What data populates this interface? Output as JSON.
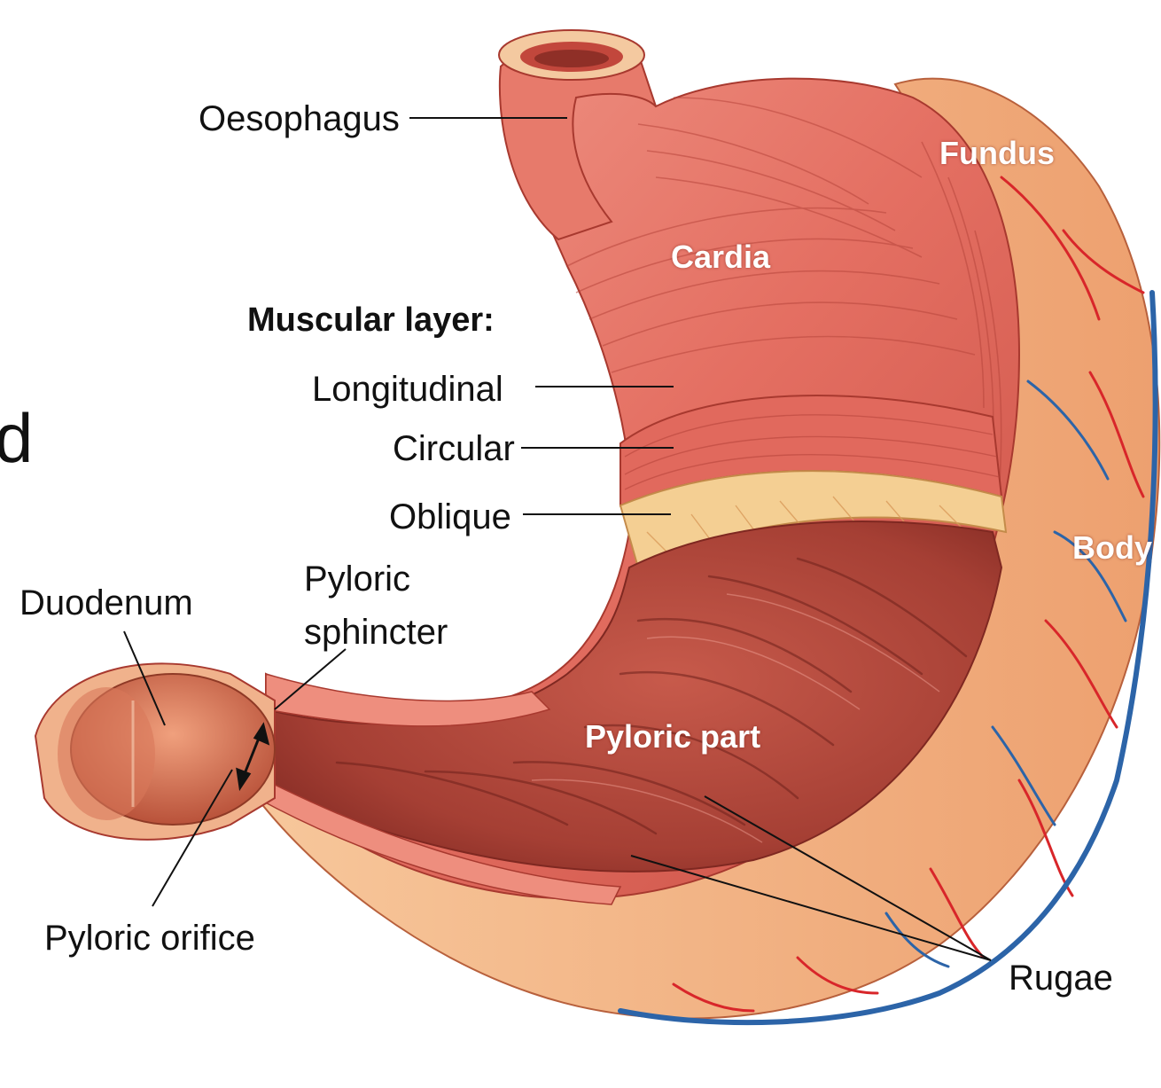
{
  "labels": {
    "oesophagus": "Oesophagus",
    "fundus": "Fundus",
    "cardia": "Cardia",
    "muscular_layer": "Muscular layer:",
    "longitudinal": "Longitudinal",
    "circular": "Circular",
    "oblique": "Oblique",
    "body": "Body",
    "duodenum": "Duodenum",
    "pyloric_sphincter_1": "Pyloric",
    "pyloric_sphincter_2": "sphincter",
    "pyloric_part": "Pyloric part",
    "pyloric_orifice": "Pyloric orifice",
    "rugae": "Rugae",
    "cut_off_letter": "d"
  },
  "colors": {
    "muscle": "#e8776a",
    "muscle_dark": "#c24d43",
    "muscle_light": "#f29d8e",
    "serosa": "#f5b98a",
    "mucosa": "#b9493c",
    "mucosa_dark": "#8f2f27",
    "oblique_layer": "#f4cf93",
    "artery": "#d8262a",
    "vein": "#2c64a8",
    "leader_line": "#111111"
  }
}
